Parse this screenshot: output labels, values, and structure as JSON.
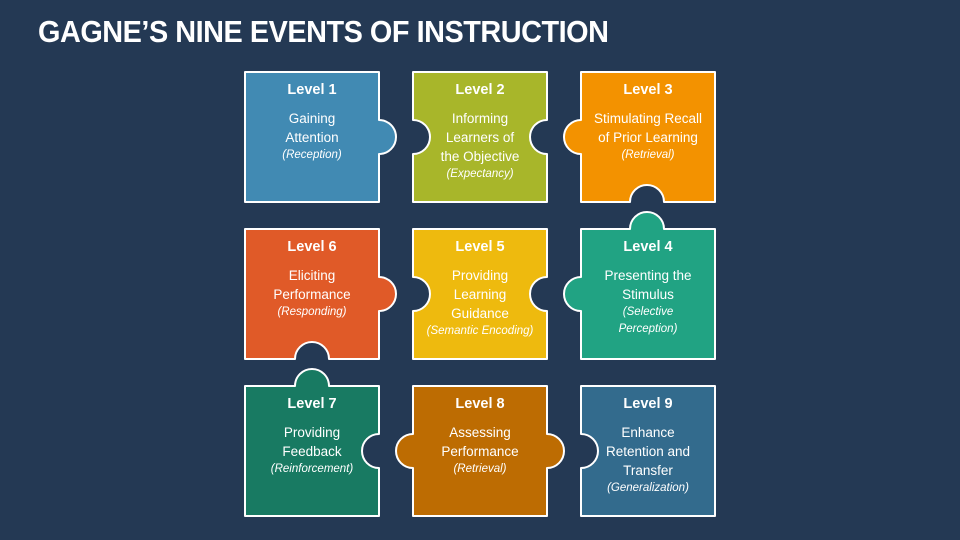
{
  "header": {
    "title": "GAGNE’S NINE EVENTS OF INSTRUCTION"
  },
  "colors": {
    "background": "#243954",
    "level1": "#418AB3",
    "level2": "#A8B62A",
    "level3": "#F39200",
    "level4": "#21A383",
    "level5": "#EEBA0E",
    "level6": "#E05A28",
    "level7": "#187A62",
    "level8": "#BD6C02",
    "level9": "#336B8D",
    "outline": "#FFFFFF"
  },
  "levels": [
    {
      "level": "Level 1",
      "name": [
        "Gaining",
        "Attention"
      ],
      "phase": "(Reception)"
    },
    {
      "level": "Level 2",
      "name": [
        "Informing",
        "Learners of",
        "the Objective"
      ],
      "phase": "(Expectancy)"
    },
    {
      "level": "Level 3",
      "name": [
        "Stimulating Recall",
        "of Prior Learning"
      ],
      "phase": "(Retrieval)"
    },
    {
      "level": "Level 4",
      "name": [
        "Presenting the",
        "Stimulus"
      ],
      "phase": [
        "(Selective",
        "Perception)"
      ]
    },
    {
      "level": "Level 5",
      "name": [
        "Providing",
        "Learning",
        "Guidance"
      ],
      "phase": "(Semantic Encoding)"
    },
    {
      "level": "Level 6",
      "name": [
        "Eliciting",
        "Performance"
      ],
      "phase": "(Responding)"
    },
    {
      "level": "Level 7",
      "name": [
        "Providing",
        "Feedback"
      ],
      "phase": "(Reinforcement)"
    },
    {
      "level": "Level 8",
      "name": [
        "Assessing",
        "Performance"
      ],
      "phase": "(Retrieval)"
    },
    {
      "level": "Level 9",
      "name": [
        "Enhance",
        "Retention and",
        "Transfer"
      ],
      "phase": "(Generalization)"
    }
  ]
}
